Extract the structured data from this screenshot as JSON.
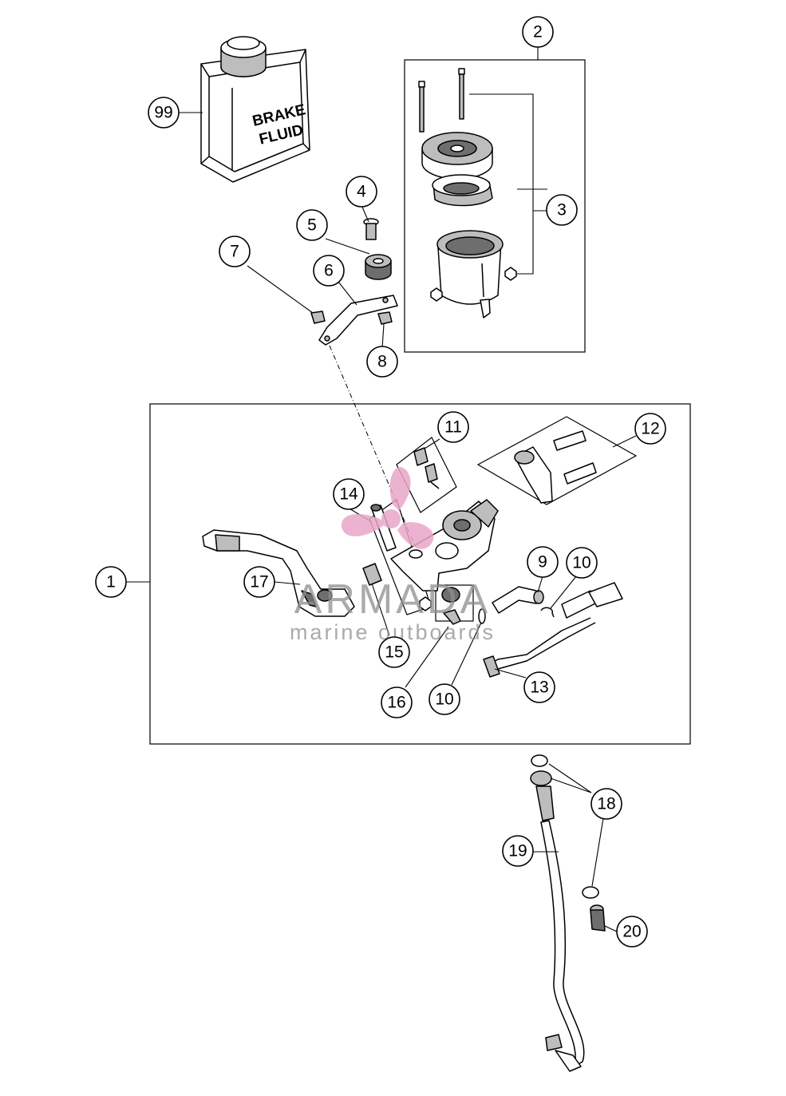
{
  "callouts": [
    "1",
    "2",
    "3",
    "4",
    "5",
    "6",
    "7",
    "8",
    "9",
    "10",
    "10",
    "11",
    "12",
    "13",
    "14",
    "15",
    "16",
    "17",
    "18",
    "19",
    "20",
    "99"
  ],
  "container_label": "BRAKE FLUID",
  "container_label_lines": [
    "BRAKE",
    "FLUID"
  ],
  "watermark": {
    "brand": "ARMADA",
    "tagline": "marine outboards",
    "logo_color": "#e9a6c9"
  }
}
